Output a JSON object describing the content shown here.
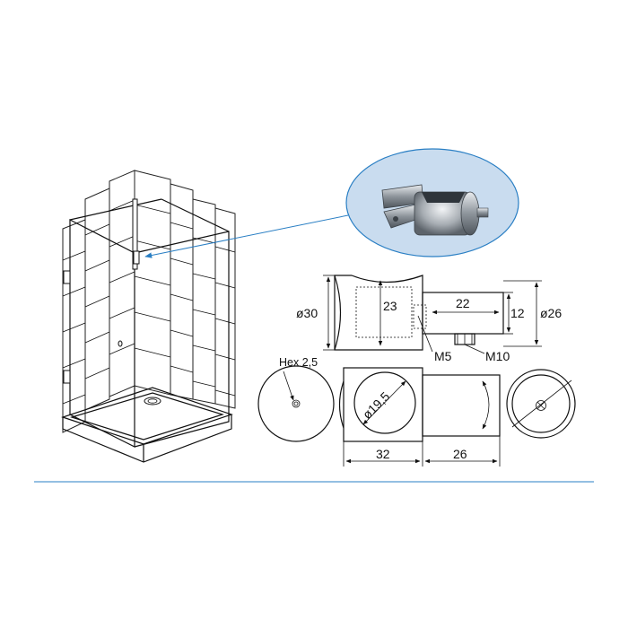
{
  "colors": {
    "leader": "#2a7fc4",
    "bubble_fill": "#c9dcef",
    "bubble_stroke": "#2a7fc4",
    "divider": "#2a7fc4",
    "ink": "#111111"
  },
  "dimensions": {
    "outer_diameter": "ø30",
    "depth": "23",
    "pin_length": "22",
    "pin_height": "12",
    "pin_diameter": "ø26",
    "thread_small": "M5",
    "thread_large": "M10",
    "hex": "Hex 2,5",
    "bore_diameter": "ø19,5",
    "body_length": "32",
    "pin_length_bottom": "26"
  }
}
